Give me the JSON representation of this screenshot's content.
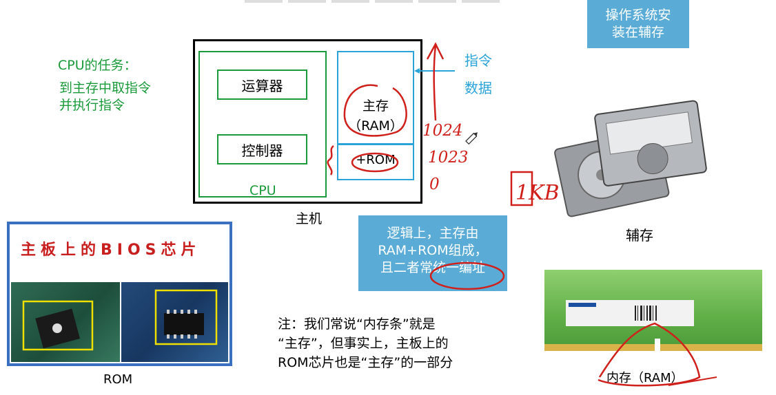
{
  "cpu_task": {
    "title": "CPU的任务：",
    "desc_line1": "到主存中取指令",
    "desc_line2": "并执行指令"
  },
  "host": {
    "alu_label": "运算器",
    "cu_label": "控制器",
    "cpu_label": "CPU",
    "ram_line1": "主存",
    "ram_line2": "（RAM）",
    "rom_label": "+ROM",
    "host_label": "主机"
  },
  "flow": {
    "instr_label": "指令",
    "data_label": "数据"
  },
  "handwriting": {
    "n1024": "1024",
    "n1023": "1023",
    "n0": "0",
    "one_kb": "1KB"
  },
  "callouts": {
    "os_line1": "操作系统安",
    "os_line2": "装在辅存",
    "logic_line1": "逻辑上，主存由",
    "logic_line2": "RAM+ROM组成，",
    "logic_line3": "且二者常统一编址"
  },
  "storage": {
    "caption": "辅存"
  },
  "bios": {
    "title": "主板上的BIOS芯片",
    "caption": "ROM"
  },
  "note": {
    "line1": "注：我们常说“内存条”就是",
    "line2": "“主存”，但事实上，主板上的",
    "line3": "ROM芯片也是“主存”的一部分"
  },
  "ram_stick": {
    "caption": "内存（RAM）"
  },
  "colors": {
    "green": "#1a9a3a",
    "blue": "#29a3d8",
    "callout": "#5aacd6",
    "ink_red": "#d0201b"
  }
}
